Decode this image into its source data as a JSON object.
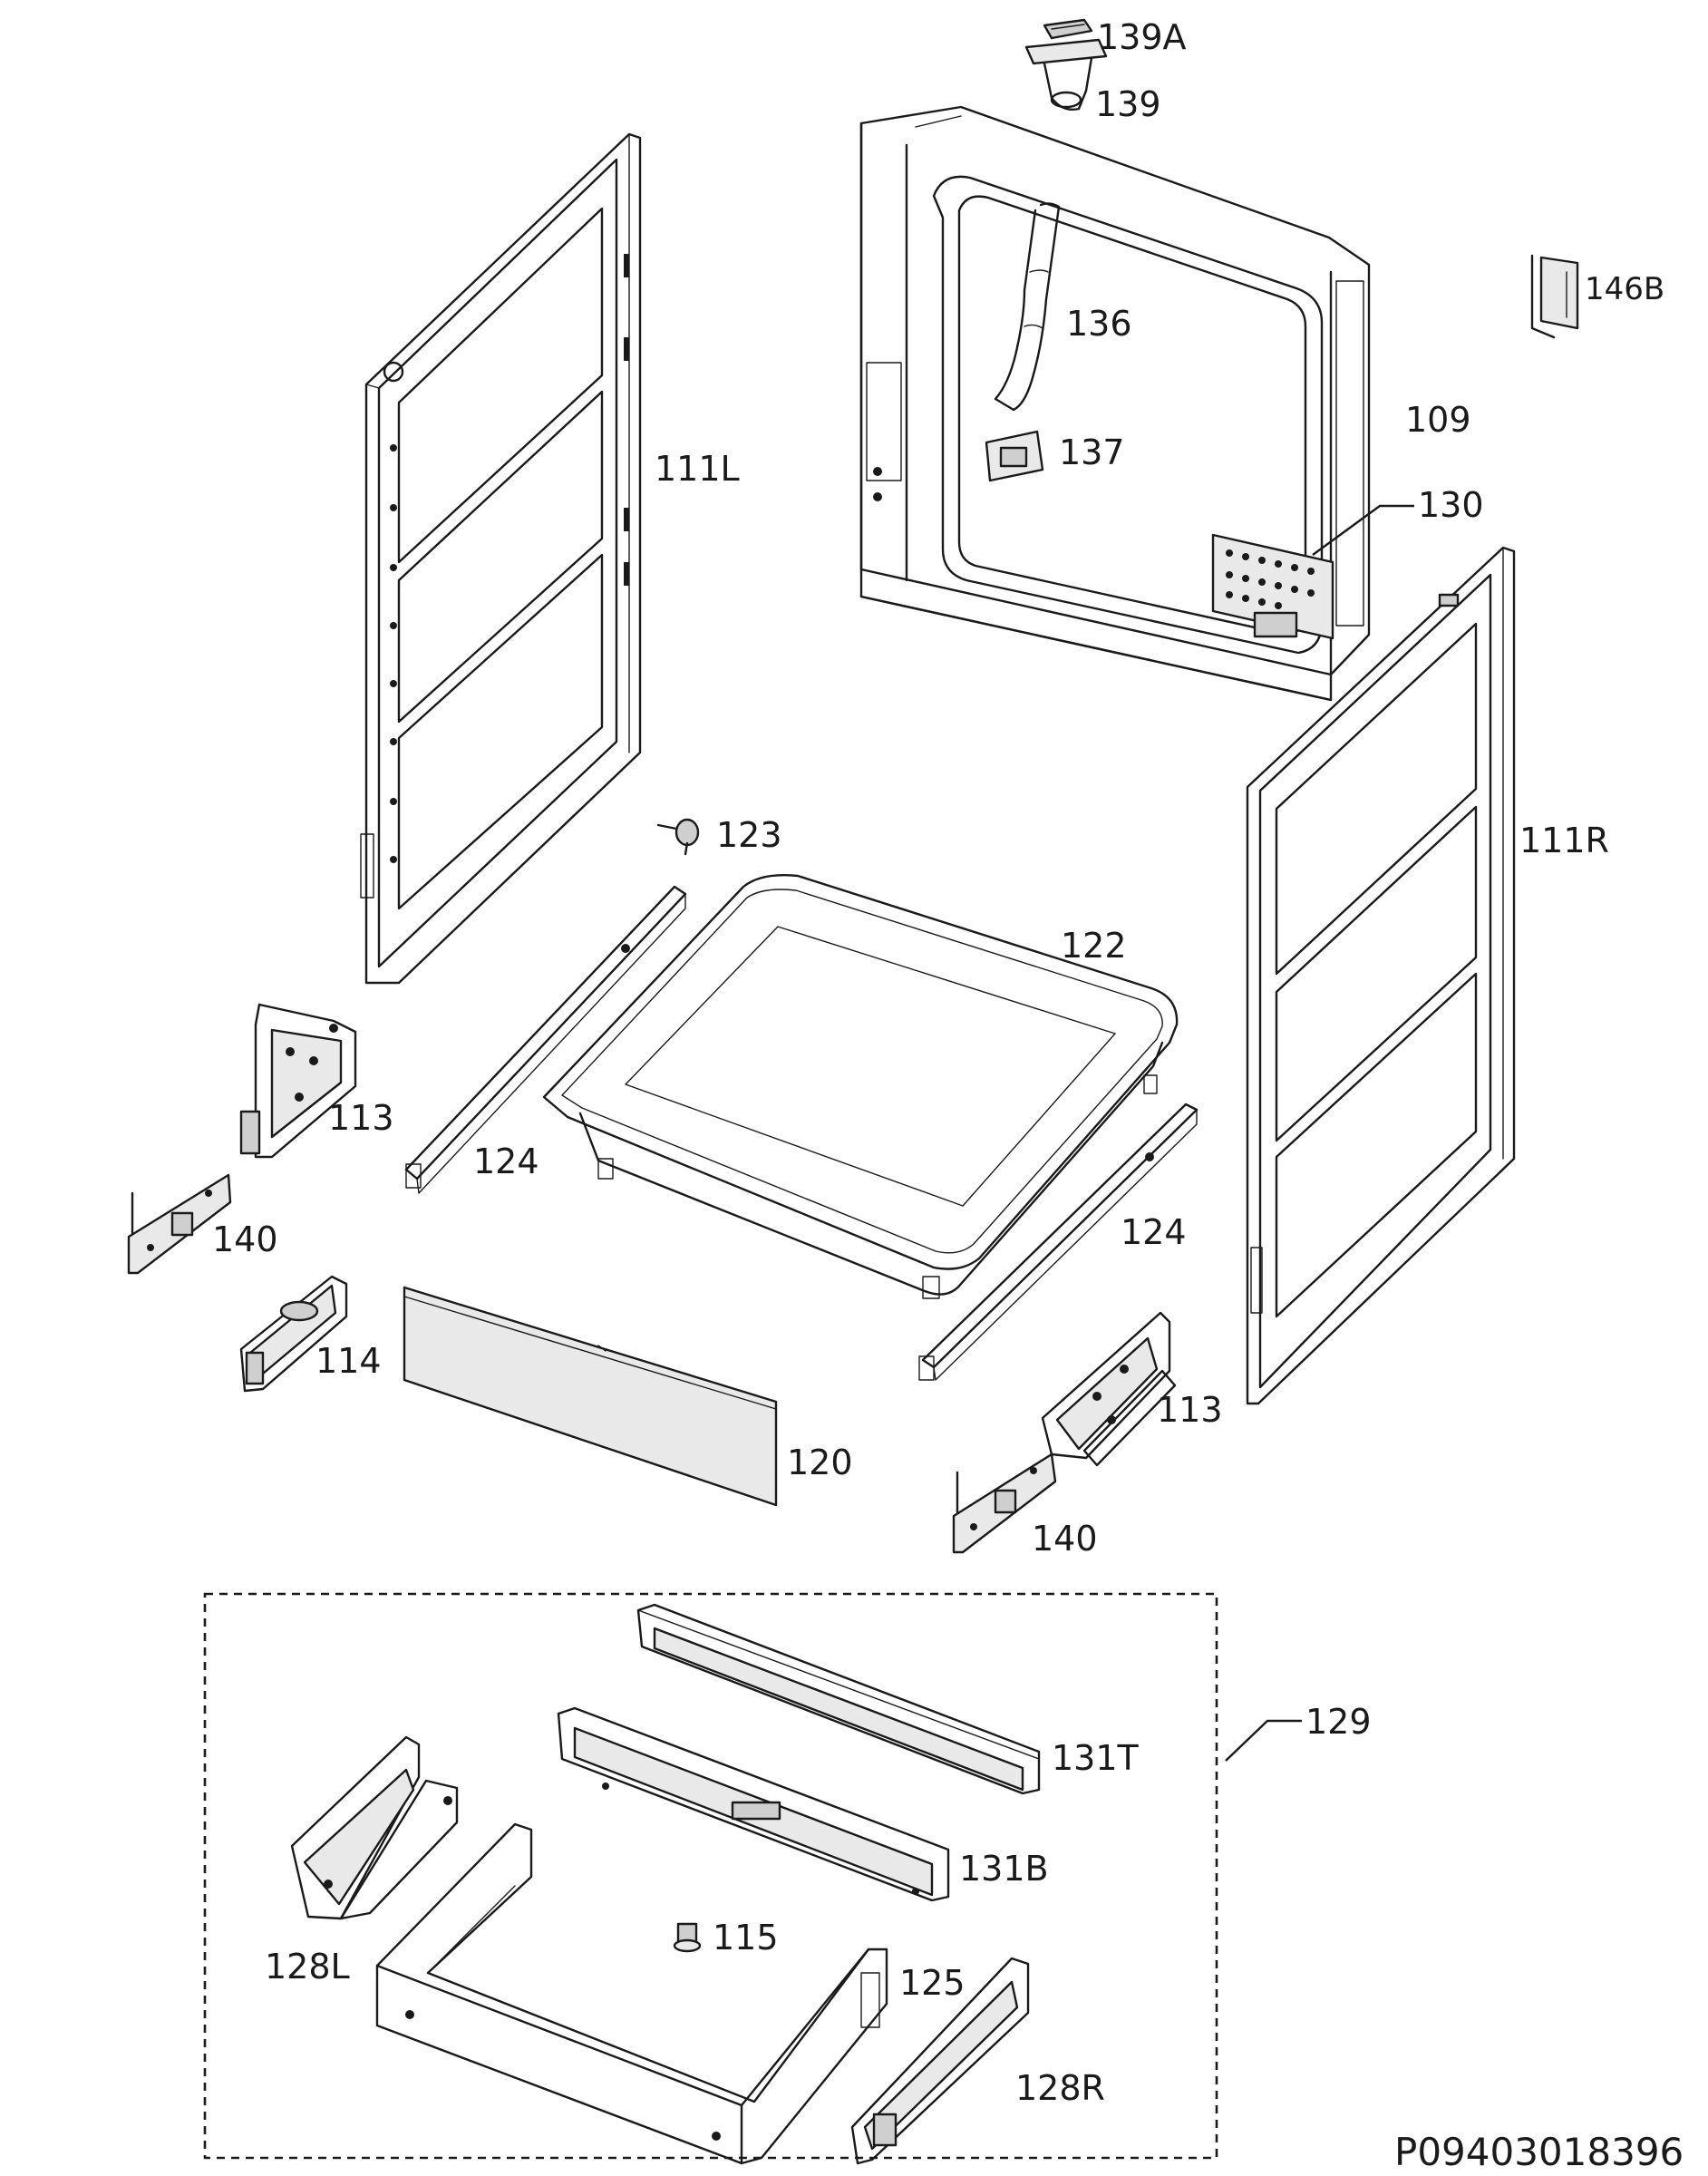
{
  "document_number": "P09403018396",
  "labels": {
    "p139A": "139A",
    "p139": "139",
    "p146B": "146B",
    "p136": "136",
    "p109": "109",
    "p111L": "111L",
    "p137": "137",
    "p130": "130",
    "p111R": "111R",
    "p123": "123",
    "p122": "122",
    "p113_left": "113",
    "p124_left": "124",
    "p140_left": "140",
    "p124_right": "124",
    "p114": "114",
    "p113_right": "113",
    "p120": "120",
    "p140_right": "140",
    "p129": "129",
    "p131T": "131T",
    "p131B": "131B",
    "p115": "115",
    "p128L": "128L",
    "p125": "125",
    "p128R": "128R"
  }
}
